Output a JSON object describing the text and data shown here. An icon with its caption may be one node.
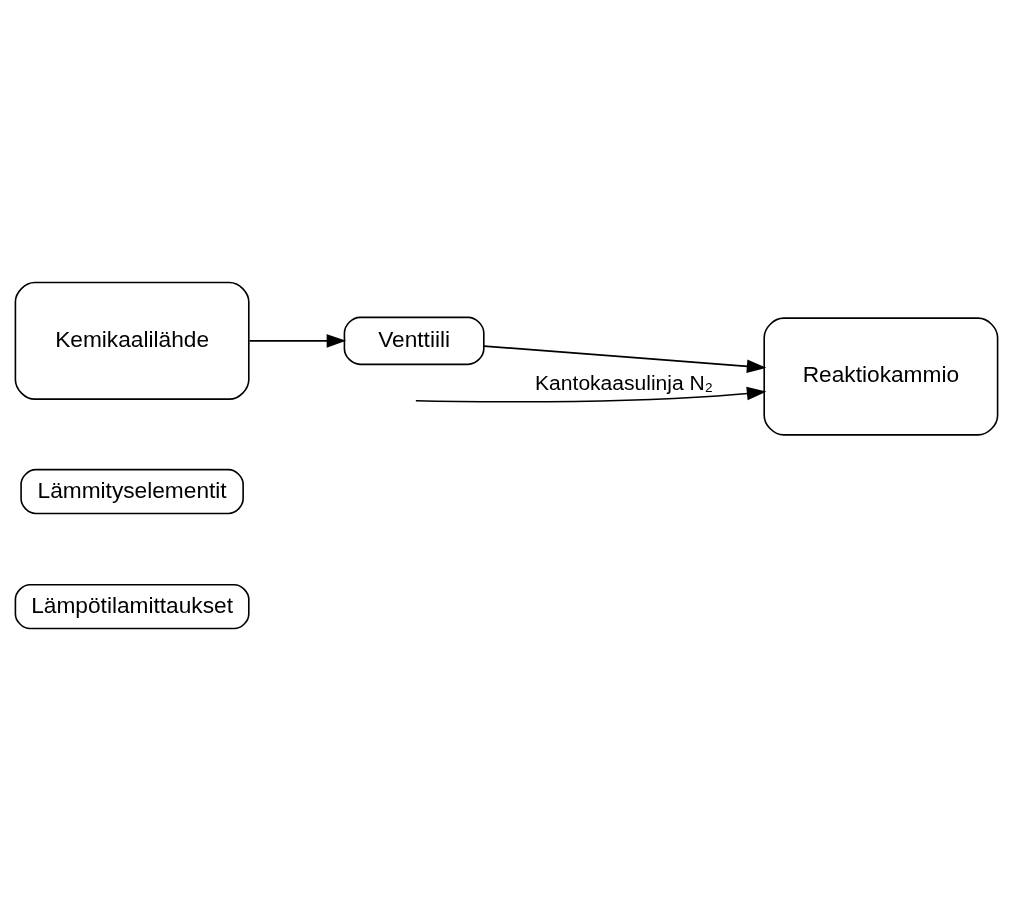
{
  "diagram": {
    "nodes": [
      {
        "text": [
          "Reaktiokammio"
        ]
      },
      {
        "text": [
          "Kemikaalilähde"
        ]
      },
      {
        "text": [
          "Venttiili"
        ]
      },
      {
        "text": [
          "Lämmityselementit"
        ]
      },
      {
        "text": [
          "Lämpötilamittaukset"
        ]
      }
    ],
    "edges": [
      {
        "from": 1,
        "to": 2,
        "arrow": "to"
      },
      {
        "from": 2,
        "to": 0,
        "arrow": "to"
      },
      {
        "from": null,
        "to": 0,
        "arrow": "to",
        "label": "Kantokaasulinja N₂"
      }
    ]
  }
}
